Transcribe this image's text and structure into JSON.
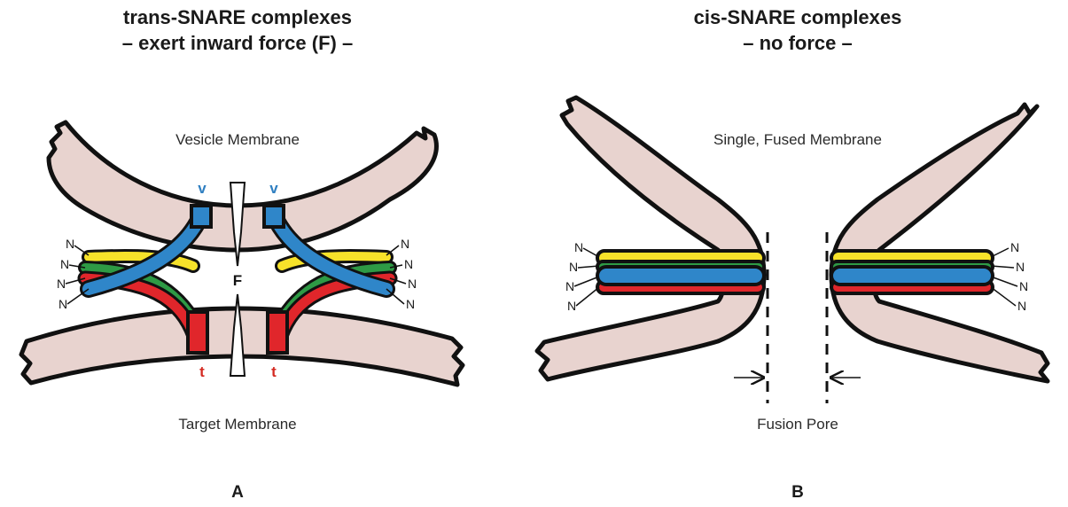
{
  "colors": {
    "membrane_fill": "#e8d3cf",
    "outline": "#111111",
    "v_snare": "#2f86c9",
    "t_snare_red": "#e0262b",
    "yellow": "#f7e22a",
    "green": "#2e9a45",
    "v_label": "#2f7fc1",
    "t_label": "#d42a22"
  },
  "panel_a": {
    "title_line1": "trans-SNARE complexes",
    "title_line2": "– exert inward force (F) –",
    "top_membrane_label": "Vesicle Membrane",
    "bottom_membrane_label": "Target Membrane",
    "v_label": "v",
    "t_label": "t",
    "force_label": "F",
    "n_label": "N",
    "letter": "A"
  },
  "panel_b": {
    "title_line1": "cis-SNARE complexes",
    "title_line2": "– no force –",
    "top_membrane_label": "Single, Fused Membrane",
    "bottom_membrane_label": "Fusion Pore",
    "n_label": "N",
    "letter": "B"
  }
}
